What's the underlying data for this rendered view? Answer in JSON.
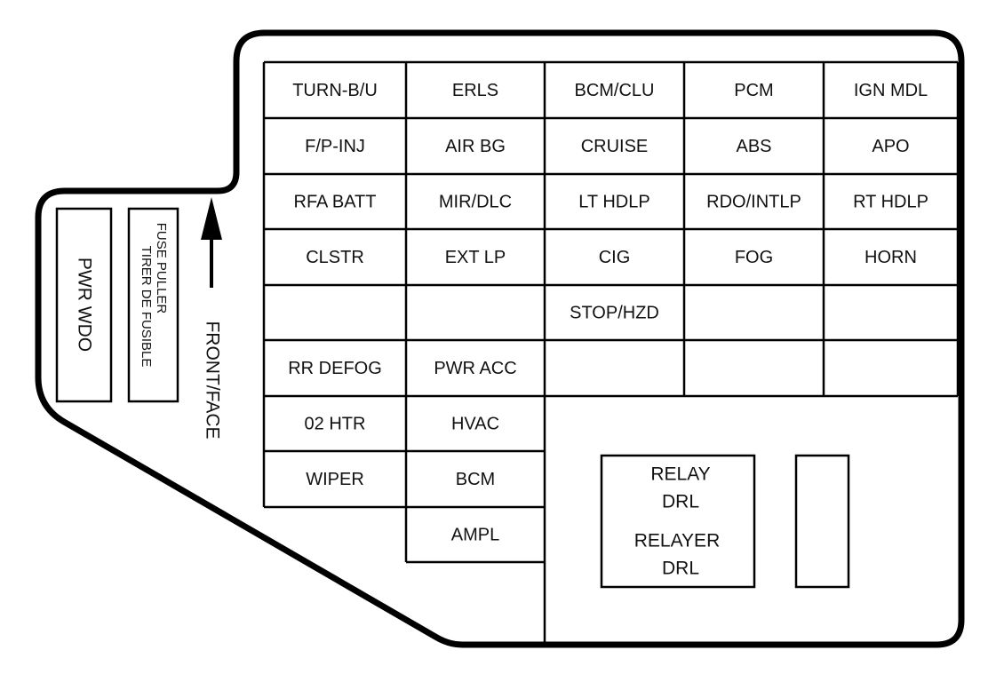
{
  "title": "Fuse Block Diagram",
  "colors": {
    "line": "#000000",
    "background": "#ffffff",
    "text": "#111111"
  },
  "fuse_grid": {
    "rows": [
      [
        "TURN-B/U",
        "ERLS",
        "BCM/CLU",
        "PCM",
        "IGN MDL"
      ],
      [
        "F/P-INJ",
        "AIR BG",
        "CRUISE",
        "ABS",
        "APO"
      ],
      [
        "RFA BATT",
        "MIR/DLC",
        "LT HDLP",
        "RDO/INTLP",
        "RT HDLP"
      ],
      [
        "CLSTR",
        "EXT LP",
        "CIG",
        "FOG",
        "HORN"
      ],
      [
        "",
        "",
        "STOP/HZD",
        "",
        ""
      ],
      [
        "RR DEFOG",
        "PWR ACC",
        "",
        "",
        ""
      ],
      [
        "02 HTR",
        "HVAC"
      ],
      [
        "WIPER",
        "BCM"
      ],
      [
        "",
        "AMPL"
      ]
    ]
  },
  "left_panel": {
    "pwr_wdo": "PWR WDO",
    "fuse_puller_line1": "FUSE PULLER",
    "fuse_puller_line2": "TIRER DE FUSIBLE",
    "direction_label": "FRONT/FACE",
    "direction_icon": "arrow-up-icon"
  },
  "relay": {
    "line1": "RELAY",
    "line2": "DRL",
    "line3": "RELAYER",
    "line4": "DRL"
  },
  "spare_slot": ""
}
